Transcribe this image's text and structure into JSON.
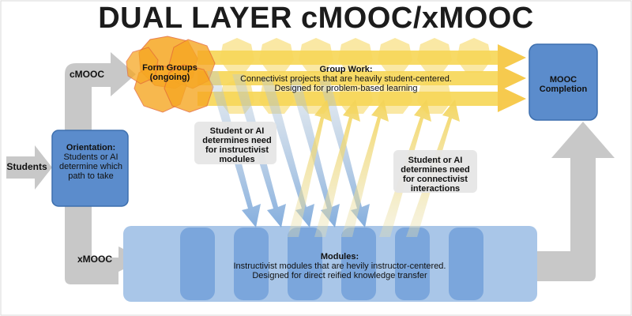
{
  "title": "DUAL LAYER cMOOC/xMOOC",
  "inputs": {
    "students": "Students",
    "cmooc": "cMOOC",
    "xmooc": "xMOOC"
  },
  "orientation": {
    "heading": "Orientation:",
    "body": "Students or AI determine which path to take"
  },
  "form_groups": {
    "label": "Form Groups (ongoing)"
  },
  "group_work": {
    "heading": "Group Work:",
    "line1": "Connectivist projects that are heavily student-centered.",
    "line2": "Designed for problem-based learning"
  },
  "completion": {
    "label": "MOOC Completion"
  },
  "modules": {
    "heading": "Modules:",
    "line1": "Instructivist modules that are hevily instructor-centered.",
    "line2": "Designed for direct reified knowledge transfer"
  },
  "notes": {
    "left": "Student or AI determines need for instructivist modules",
    "right": "Student or AI determines need for connectivist interactions"
  },
  "colors": {
    "gray_arrow": "#c8c8c8",
    "blue_box": "#5b8ccc",
    "blue_box_border": "#3d6fae",
    "module_band": "#a9c6e8",
    "module_block": "#7ba6dc",
    "orange": "#f6a723",
    "yellow": "#f7d75a",
    "note_bg": "#e6e6e6"
  }
}
